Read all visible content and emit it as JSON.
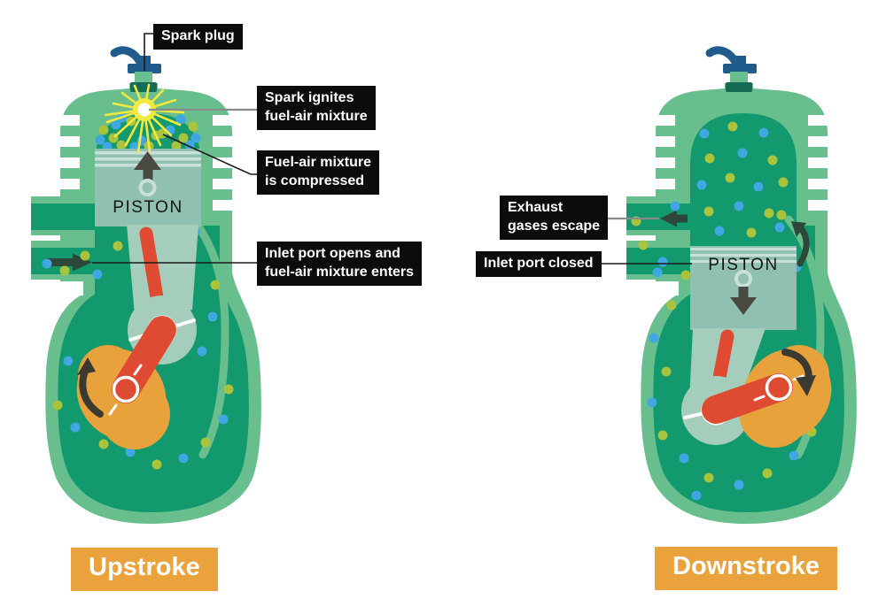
{
  "colors": {
    "body_green": "#68BE8D",
    "interior_teal": "#12996E",
    "piston_teal": "#8FC0B2",
    "piston_stripe": "#C9E0D8",
    "rod_light": "#A5CDBB",
    "red_accent": "#DE4A32",
    "crank_orange": "#E8A23B",
    "stage_bg": "#E9A23C",
    "arrow_dark": "#2E473B",
    "piston_arrow": "#4A4A43",
    "crank_arrow": "#3A3A32",
    "plug_blue": "#1F5B8C",
    "plug_collar": "#156B54",
    "dot_blue": "#41A7E2",
    "dot_olive": "#A9C33D",
    "spark_yellow": "#F2E93E",
    "callout_bg": "#0C0C0C",
    "callout_text": "#FFFFFF",
    "line_black": "#1A1A1A",
    "line_gray": "#8A8A8A"
  },
  "stages": {
    "left": "Upstroke",
    "right": "Downstroke"
  },
  "pistons": {
    "left": "PISTON",
    "right": "PISTON"
  },
  "callouts": {
    "spark_plug": {
      "text": "Spark plug"
    },
    "spark_ignites": {
      "line1": "Spark ignites",
      "line2": "fuel-air mixture"
    },
    "compressed": {
      "line1": "Fuel-air mixture",
      "line2": "is compressed"
    },
    "inlet_open": {
      "line1": "Inlet port opens and",
      "line2": "fuel-air mixture enters"
    },
    "exhaust": {
      "line1": "Exhaust",
      "line2": "gases escape"
    },
    "inlet_closed": {
      "text": "Inlet port closed"
    }
  }
}
